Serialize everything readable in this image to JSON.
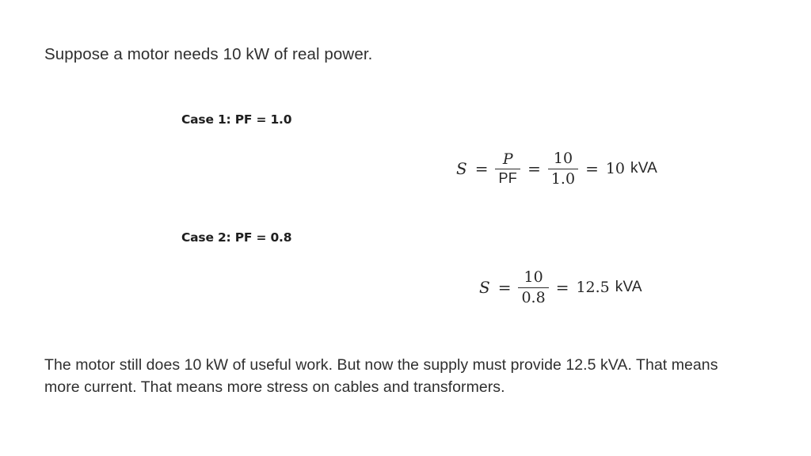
{
  "slide": {
    "background_color": "#ffffff",
    "text_color": "#2f2f2f",
    "intro": "Suppose a motor needs 10 kW of real power.",
    "closing": "The motor still does 10 kW of useful work. But now the supply must provide 12.5 kVA. That means more current. That means more stress on cables and transformers."
  },
  "cases": [
    {
      "heading": "Case 1: PF = 1.0",
      "equation": {
        "lhs_symbol": "S",
        "rel1": "=",
        "frac1_numerator": "P",
        "frac1_denominator": "PF",
        "rel2": "=",
        "frac2_numerator": "10",
        "frac2_denominator": "1.0",
        "rel3": "=",
        "result_value": "10",
        "result_unit": "kVA"
      }
    },
    {
      "heading": "Case 2: PF = 0.8",
      "equation": {
        "lhs_symbol": "S",
        "rel1": "=",
        "frac_numerator": "10",
        "frac_denominator": "0.8",
        "rel2": "=",
        "result_value": "12.5",
        "result_unit": "kVA"
      }
    }
  ]
}
